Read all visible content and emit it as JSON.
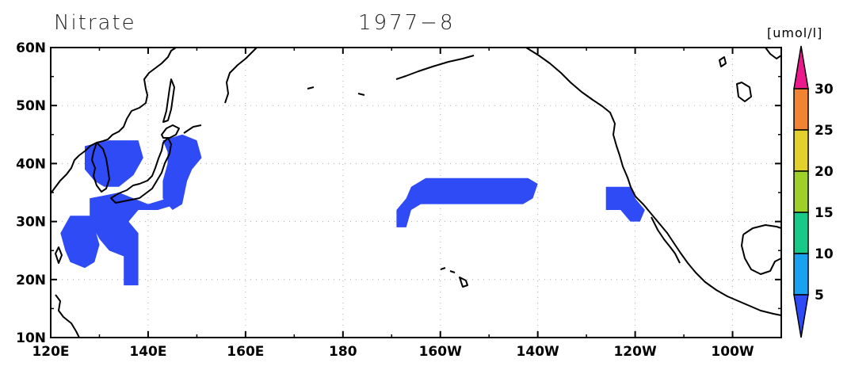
{
  "title": "Nitrate",
  "date": "1977−8",
  "unit_label": "[umol/l]",
  "map": {
    "lon_range_deg_east": [
      120,
      270
    ],
    "lat_range": [
      10,
      60
    ],
    "x_ticks": [
      {
        "lon": 120,
        "label": "120E"
      },
      {
        "lon": 140,
        "label": "140E"
      },
      {
        "lon": 160,
        "label": "160E"
      },
      {
        "lon": 180,
        "label": "180"
      },
      {
        "lon": 200,
        "label": "160W"
      },
      {
        "lon": 220,
        "label": "140W"
      },
      {
        "lon": 240,
        "label": "120W"
      },
      {
        "lon": 260,
        "label": "100W"
      }
    ],
    "y_ticks": [
      {
        "lat": 10,
        "label": "10N"
      },
      {
        "lat": 20,
        "label": "20N"
      },
      {
        "lat": 30,
        "label": "30N"
      },
      {
        "lat": 40,
        "label": "40N"
      },
      {
        "lat": 50,
        "label": "50N"
      },
      {
        "lat": 60,
        "label": "60N"
      }
    ],
    "grid": "dotted",
    "data_color": "#2f4bf5",
    "coast_color": "#000000"
  },
  "colorbar": {
    "levels": [
      "5",
      "10",
      "15",
      "20",
      "25",
      "30"
    ],
    "colors": [
      "#2f4bf5",
      "#1aa2f0",
      "#18c98a",
      "#9fd02a",
      "#e2d02c",
      "#f08432",
      "#ea1a8c"
    ]
  }
}
